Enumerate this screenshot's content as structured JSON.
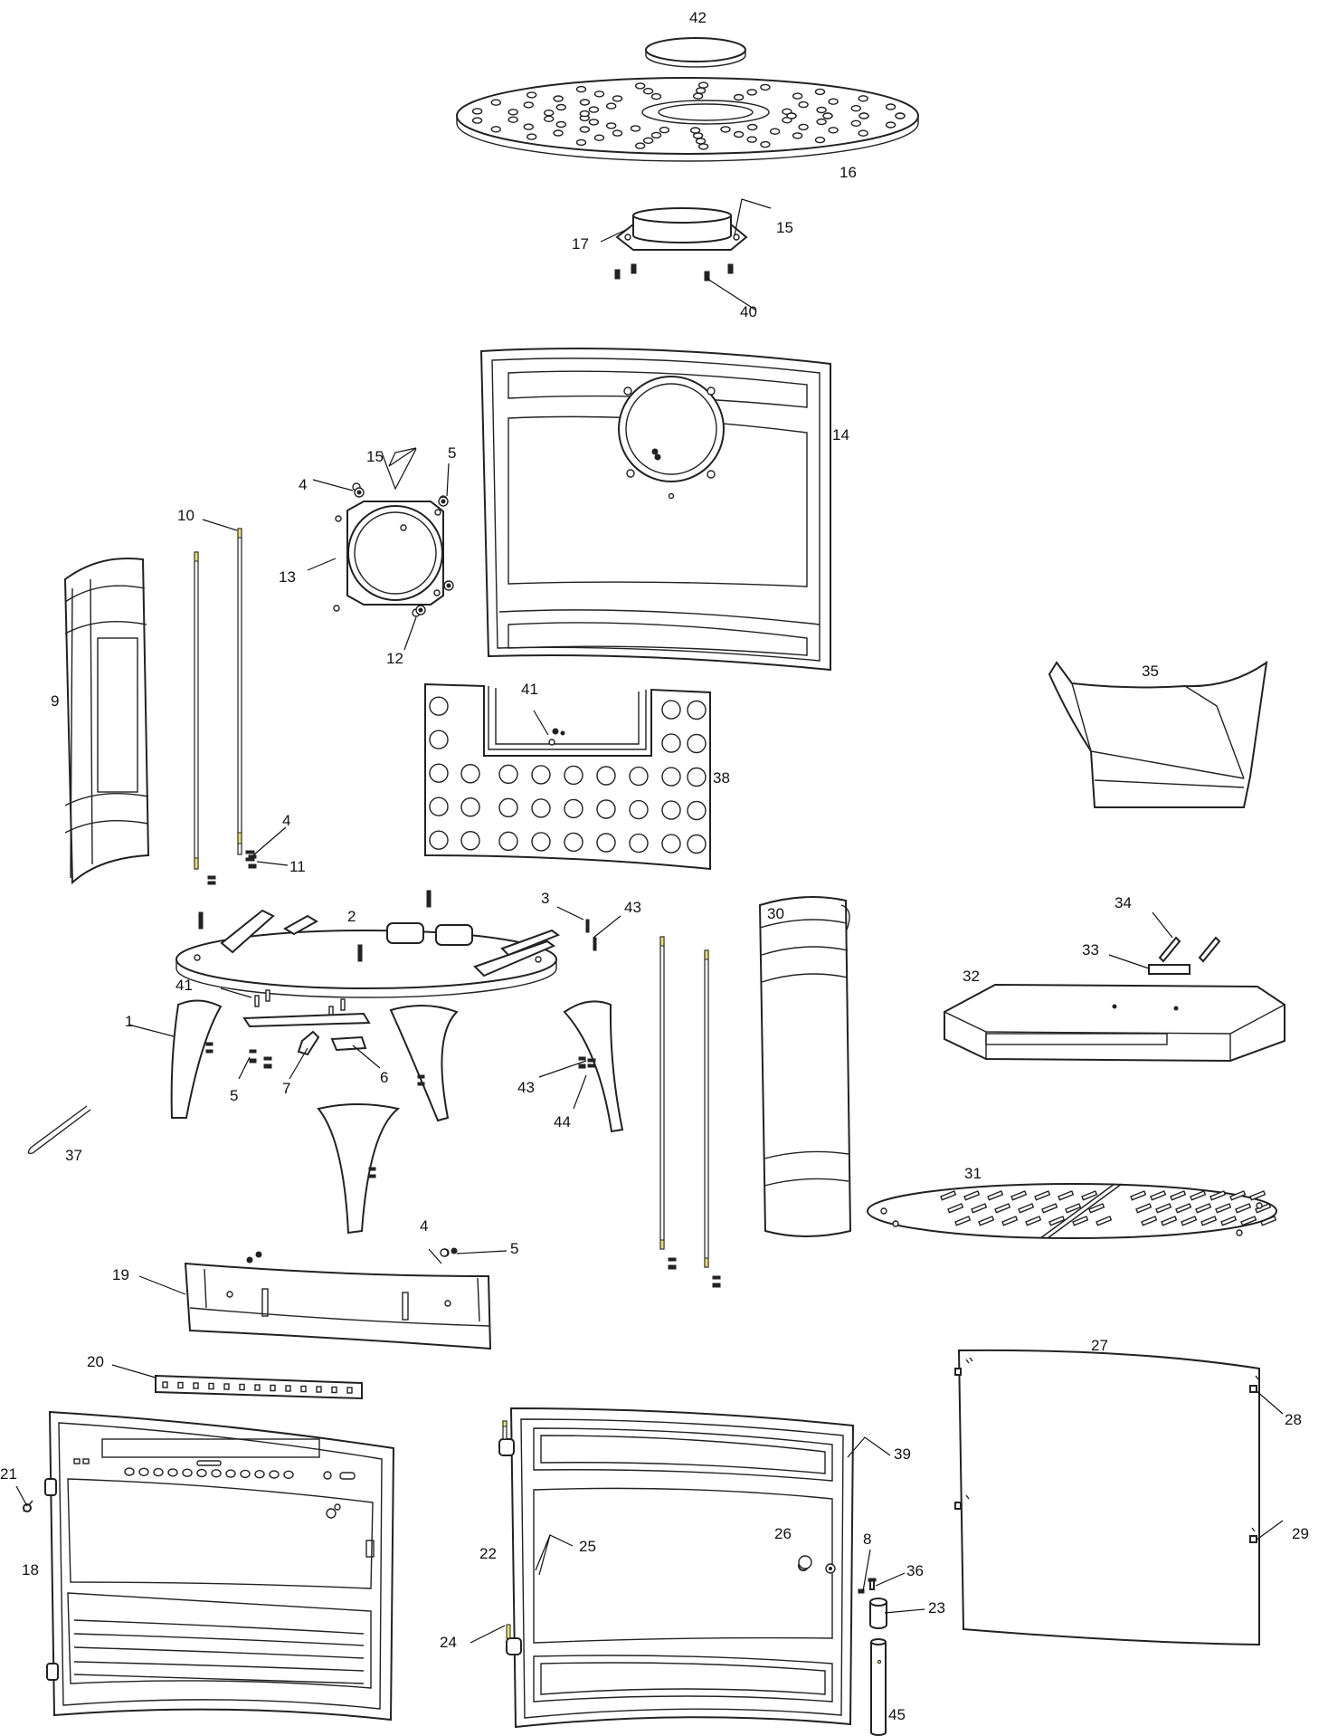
{
  "diagram": {
    "labels": [
      {
        "id": "1",
        "text": "1"
      },
      {
        "id": "2",
        "text": "2"
      },
      {
        "id": "3",
        "text": "3"
      },
      {
        "id": "4a",
        "text": "4"
      },
      {
        "id": "4b",
        "text": "4"
      },
      {
        "id": "4c",
        "text": "4"
      },
      {
        "id": "5a",
        "text": "5"
      },
      {
        "id": "5b",
        "text": "5"
      },
      {
        "id": "5c",
        "text": "5"
      },
      {
        "id": "6",
        "text": "6"
      },
      {
        "id": "7",
        "text": "7"
      },
      {
        "id": "8",
        "text": "8"
      },
      {
        "id": "9",
        "text": "9"
      },
      {
        "id": "10",
        "text": "10"
      },
      {
        "id": "11",
        "text": "11"
      },
      {
        "id": "12",
        "text": "12"
      },
      {
        "id": "13",
        "text": "13"
      },
      {
        "id": "14",
        "text": "14"
      },
      {
        "id": "15a",
        "text": "15"
      },
      {
        "id": "15b",
        "text": "15"
      },
      {
        "id": "16",
        "text": "16"
      },
      {
        "id": "17",
        "text": "17"
      },
      {
        "id": "18",
        "text": "18"
      },
      {
        "id": "19",
        "text": "19"
      },
      {
        "id": "20",
        "text": "20"
      },
      {
        "id": "21",
        "text": "21"
      },
      {
        "id": "22",
        "text": "22"
      },
      {
        "id": "23",
        "text": "23"
      },
      {
        "id": "24",
        "text": "24"
      },
      {
        "id": "25",
        "text": "25"
      },
      {
        "id": "26",
        "text": "26"
      },
      {
        "id": "27",
        "text": "27"
      },
      {
        "id": "28",
        "text": "28"
      },
      {
        "id": "29",
        "text": "29"
      },
      {
        "id": "30",
        "text": "30"
      },
      {
        "id": "31",
        "text": "31"
      },
      {
        "id": "32",
        "text": "32"
      },
      {
        "id": "33",
        "text": "33"
      },
      {
        "id": "34",
        "text": "34"
      },
      {
        "id": "35",
        "text": "35"
      },
      {
        "id": "36",
        "text": "36"
      },
      {
        "id": "37",
        "text": "37"
      },
      {
        "id": "38",
        "text": "38"
      },
      {
        "id": "39",
        "text": "39"
      },
      {
        "id": "40",
        "text": "40"
      },
      {
        "id": "41a",
        "text": "41"
      },
      {
        "id": "41b",
        "text": "41"
      },
      {
        "id": "42",
        "text": "42"
      },
      {
        "id": "43a",
        "text": "43"
      },
      {
        "id": "43b",
        "text": "43"
      },
      {
        "id": "44",
        "text": "44"
      },
      {
        "id": "45",
        "text": "45"
      }
    ]
  }
}
